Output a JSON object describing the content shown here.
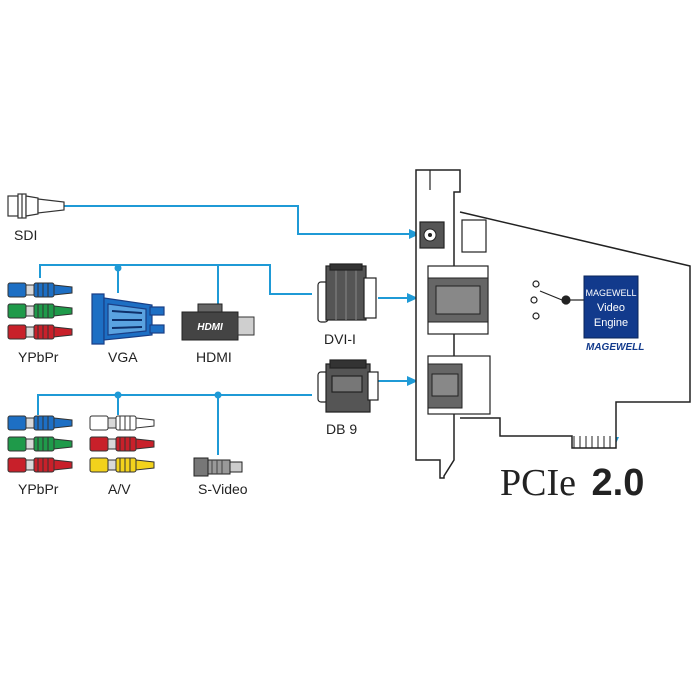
{
  "labels": {
    "sdi": "SDI",
    "ypbpr_top": "YPbPr",
    "vga": "VGA",
    "hdmi": "HDMI",
    "dvi": "DVI-I",
    "db9": "DB 9",
    "ypbpr_bottom": "YPbPr",
    "av": "A/V",
    "svideo": "S-Video"
  },
  "chip": {
    "line1": "MAGEWELL",
    "line2": "Video",
    "line3": "Engine"
  },
  "brand": "MAGEWELL",
  "hdmi_logo": "HDMI",
  "title": {
    "part1": "PCIe",
    "part2": "2.0"
  },
  "colors": {
    "wire": "#1f9ad6",
    "chip": "#123a8c",
    "red": "#c8202a",
    "green": "#1f9a4a",
    "blue": "#1d6fc4",
    "yellow": "#f2d21c"
  }
}
